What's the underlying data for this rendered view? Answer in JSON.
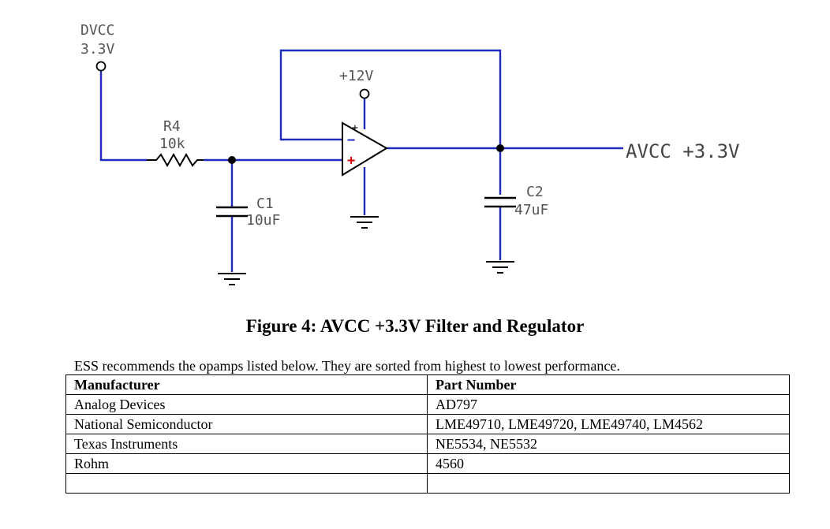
{
  "schematic": {
    "dvcc_label": "DVCC",
    "dvcc_voltage": "3.3V",
    "supply_label": "+12V",
    "r4_name": "R4",
    "r4_value": "10k",
    "c1_name": "C1",
    "c1_value": "10uF",
    "c2_name": "C2",
    "c2_value": "47uF",
    "output_label": "AVCC +3.3V",
    "opamp_plus_top": "+",
    "opamp_minus": "−",
    "opamp_plus": "+",
    "colors": {
      "wire": "#1f2bbd",
      "component": "#000000",
      "plus_sign": "#d40000",
      "minus_sign": "#1f2bbd"
    }
  },
  "figure": {
    "caption": "Figure 4: AVCC +3.3V Filter and Regulator"
  },
  "document": {
    "intro": "ESS recommends the opamps listed below.  They are sorted from highest to lowest performance."
  },
  "table": {
    "headers": [
      "Manufacturer",
      "Part Number"
    ],
    "rows": [
      [
        "Analog Devices",
        "AD797"
      ],
      [
        "National Semiconductor",
        "LME49710, LME49720, LME49740, LM4562"
      ],
      [
        "Texas Instruments",
        "NE5534, NE5532"
      ],
      [
        "Rohm",
        "4560"
      ],
      [
        "",
        ""
      ]
    ]
  }
}
